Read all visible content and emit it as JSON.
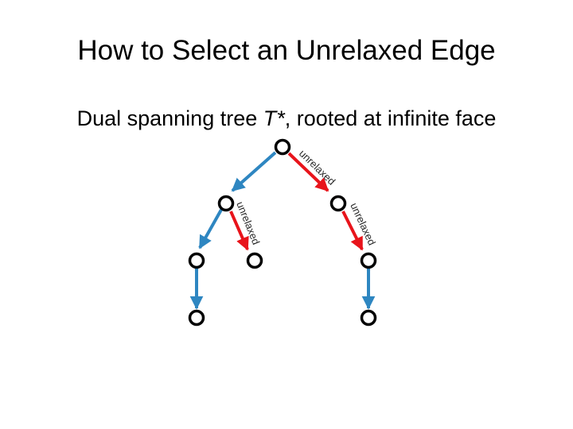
{
  "slide": {
    "title": "How to Select an Unrelaxed Edge",
    "subtitle_prefix": "Dual spanning tree ",
    "subtitle_math": "T*",
    "subtitle_suffix": ", rooted at infinite face"
  },
  "colors": {
    "blue_edge": "#2e86c1",
    "red_edge": "#e8141b",
    "node_stroke": "#000000",
    "node_fill": "#ffffff"
  },
  "diagram": {
    "nodes": [
      "root",
      "left-child",
      "right-child",
      "left-left-leaf",
      "left-right-leaf",
      "right-leaf",
      "left-left-bottom-leaf",
      "right-bottom-leaf"
    ],
    "edges": [
      {
        "from": "root",
        "to": "left-child",
        "color": "blue_edge",
        "label": ""
      },
      {
        "from": "root",
        "to": "right-child",
        "color": "red_edge",
        "label": "unrelaxed"
      },
      {
        "from": "left-child",
        "to": "left-left-leaf",
        "color": "blue_edge",
        "label": ""
      },
      {
        "from": "left-child",
        "to": "left-right-leaf",
        "color": "red_edge",
        "label": "unrelaxed"
      },
      {
        "from": "right-child",
        "to": "right-leaf",
        "color": "red_edge",
        "label": "unrelaxed"
      },
      {
        "from": "left-left-leaf",
        "to": "left-left-bottom-leaf",
        "color": "blue_edge",
        "label": ""
      },
      {
        "from": "right-leaf",
        "to": "right-bottom-leaf",
        "color": "blue_edge",
        "label": ""
      }
    ]
  }
}
